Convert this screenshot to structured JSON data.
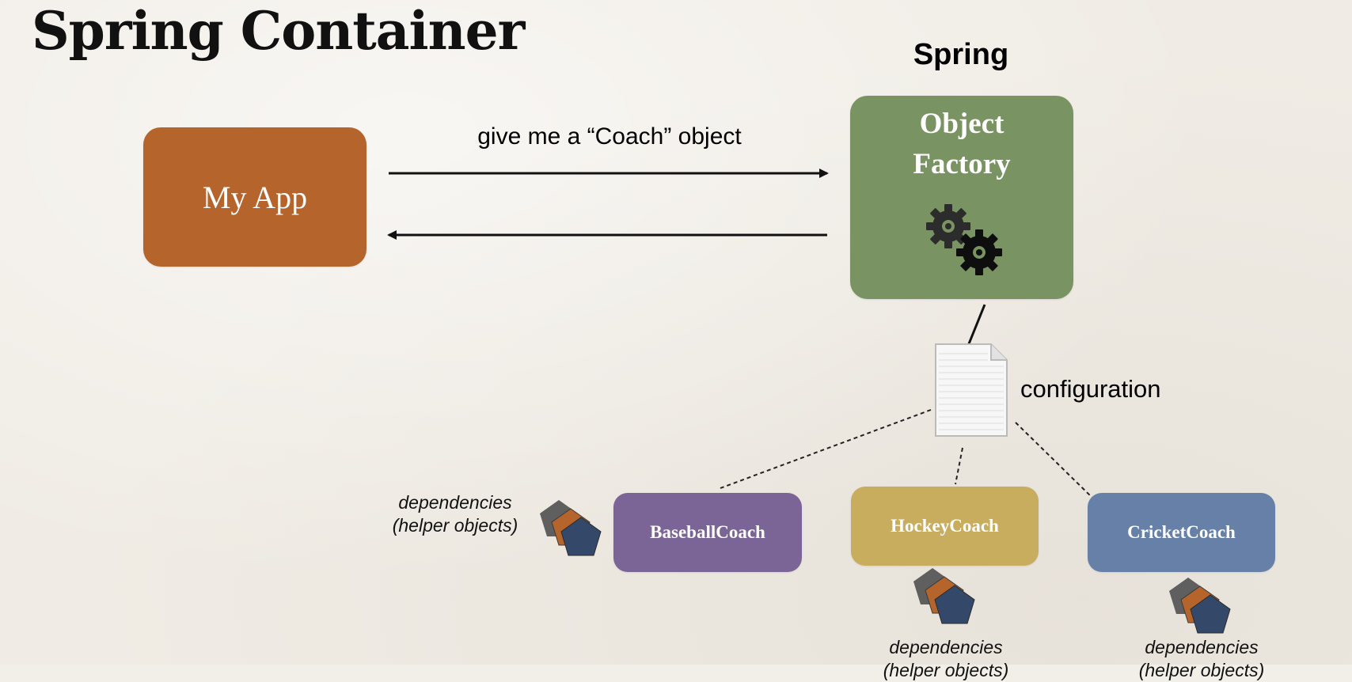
{
  "title": "Spring Container",
  "container_label": "Spring",
  "my_app": {
    "label": "My App",
    "color": "#b5652c"
  },
  "object_factory": {
    "line1": "Object",
    "line2": "Factory",
    "icon": "gears-icon",
    "color": "#7a9363"
  },
  "request_label": "give me a “Coach” object",
  "configuration_label": "configuration",
  "coaches": [
    {
      "label": "BaseballCoach",
      "color": "#7b6496"
    },
    {
      "label": "HockeyCoach",
      "color": "#c8ad5f"
    },
    {
      "label": "CricketCoach",
      "color": "#6680a7"
    }
  ],
  "dependencies": {
    "line1": "dependencies",
    "line2": "(helper objects)",
    "icon": "stacked-pentagons-icon",
    "colors": [
      "#5f5f5f",
      "#b5652c",
      "#34496a"
    ]
  }
}
